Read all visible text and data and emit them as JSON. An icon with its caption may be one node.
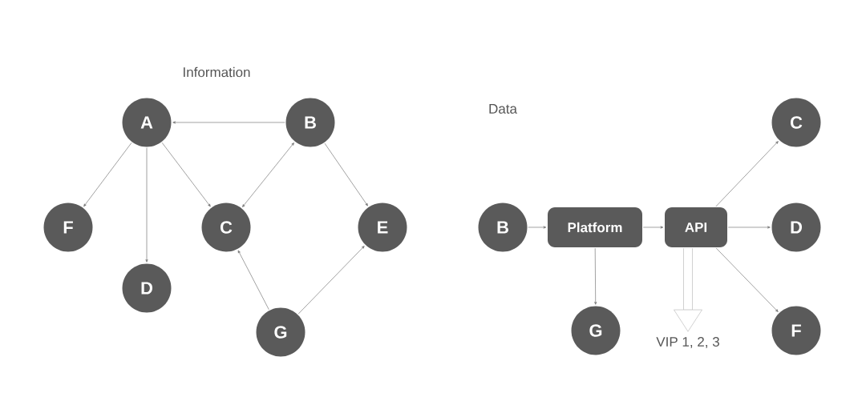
{
  "diagram": {
    "nodes": [
      {
        "text": [
          "A"
        ]
      },
      {
        "text": [
          "B"
        ]
      },
      {
        "text": [
          "F"
        ]
      },
      {
        "text": [
          "C"
        ]
      },
      {
        "text": [
          "E"
        ]
      },
      {
        "text": [
          "D"
        ]
      },
      {
        "text": [
          "G"
        ]
      },
      {
        "text": [
          "C"
        ]
      },
      {
        "text": [
          "B"
        ]
      },
      {
        "text": [
          "Platform"
        ]
      },
      {
        "text": [
          "API"
        ]
      },
      {
        "text": [
          "D"
        ]
      },
      {
        "text": [
          "G"
        ]
      },
      {
        "text": [
          "VIP 1, 2, 3"
        ]
      },
      {
        "text": [
          "F"
        ]
      }
    ],
    "edges": [
      {
        "from": 1,
        "to": 0,
        "arrow": "to"
      },
      {
        "from": 0,
        "to": 2,
        "arrow": "to"
      },
      {
        "from": 0,
        "to": 5,
        "arrow": "to"
      },
      {
        "from": 0,
        "to": 3,
        "arrow": "to"
      },
      {
        "from": 1,
        "to": 3,
        "arrow": "both"
      },
      {
        "from": 1,
        "to": 4,
        "arrow": "to"
      },
      {
        "from": 6,
        "to": 3,
        "arrow": "to"
      },
      {
        "from": 6,
        "to": 4,
        "arrow": "to"
      },
      {
        "from": 8,
        "to": 9,
        "arrow": "to"
      },
      {
        "from": 9,
        "to": 10,
        "arrow": "to"
      },
      {
        "from": 9,
        "to": 12,
        "arrow": "to"
      },
      {
        "from": 10,
        "to": 7,
        "arrow": "to"
      },
      {
        "from": 10,
        "to": 11,
        "arrow": "to"
      },
      {
        "from": 10,
        "to": 14,
        "arrow": "to"
      },
      {
        "from": 10,
        "to": 13,
        "arrow": "to",
        "style": "thick"
      }
    ],
    "labels": [
      "Information",
      "Data"
    ]
  }
}
